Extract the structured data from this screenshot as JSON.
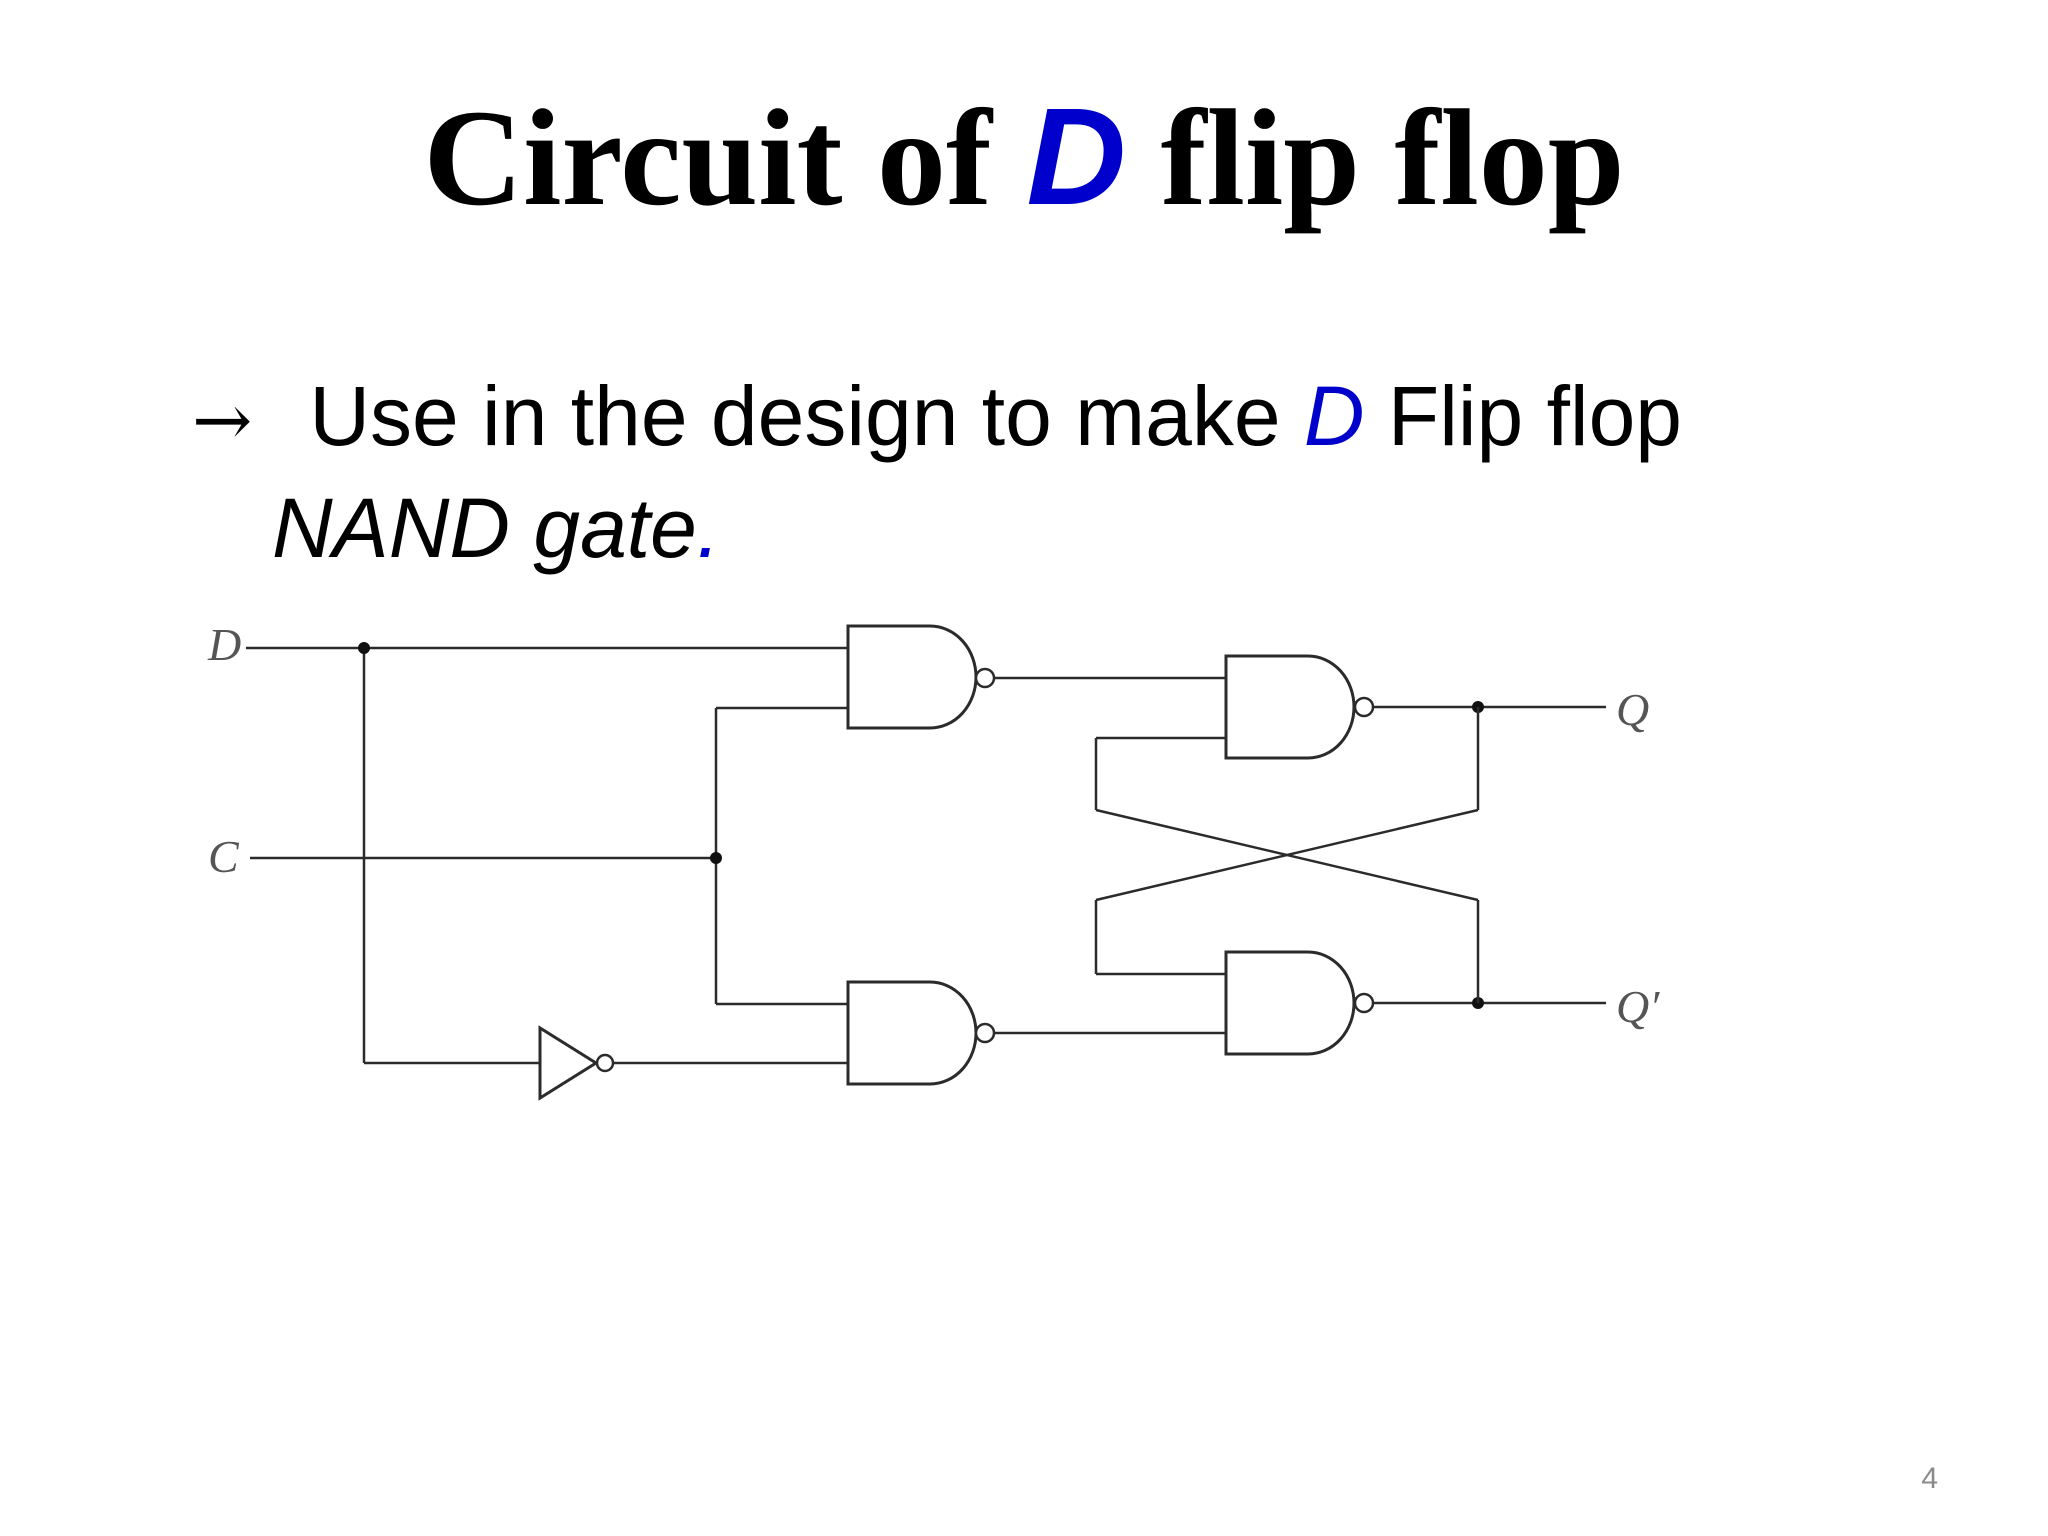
{
  "slide": {
    "title_pre": "Circuit of ",
    "title_accent": "D",
    "title_post": " flip flop",
    "bullet_arrow": "→",
    "bullet_pre": " Use in the design to make ",
    "bullet_accent": "D",
    "bullet_post": " Flip flop",
    "bullet_line2": "NAND gate",
    "bullet_line2_dot": ".",
    "slide_number": "4",
    "accent_color": "#0000cc"
  },
  "diagram": {
    "labels": {
      "input_d": "D",
      "input_c": "C",
      "output_q": "Q",
      "output_q_not": "Q′"
    },
    "components": [
      "nand-gate-1",
      "nand-gate-2",
      "nand-gate-3",
      "nand-gate-4",
      "inverter"
    ]
  }
}
